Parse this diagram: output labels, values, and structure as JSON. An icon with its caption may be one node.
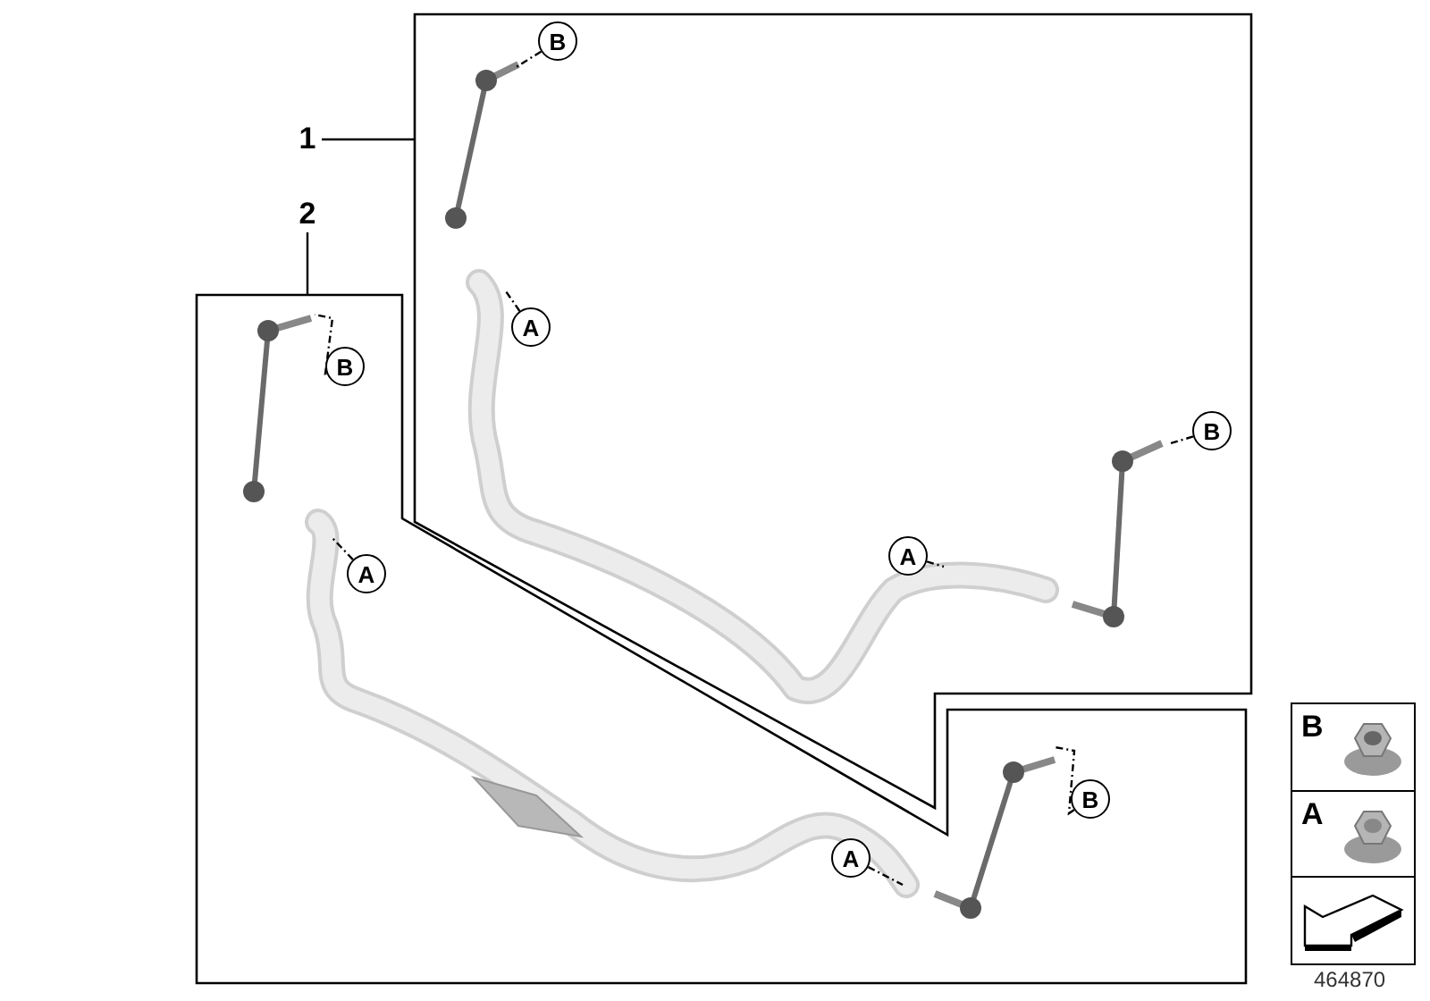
{
  "diagram": {
    "nodes": [
      {
        "text": [
          "1"
        ]
      },
      {
        "text": [],
        "shape": "box"
      },
      {
        "text": [
          "2"
        ]
      },
      {
        "text": [],
        "shape": "box"
      },
      {
        "text": [
          "B"
        ],
        "in": 1
      },
      {
        "text": [
          "A"
        ],
        "in": 1
      },
      {
        "text": [
          "B"
        ],
        "in": 1
      },
      {
        "text": [
          "A"
        ],
        "in": 1
      },
      {
        "text": [
          "B"
        ],
        "in": 3
      },
      {
        "text": [
          "A"
        ],
        "in": 3
      },
      {
        "text": [
          "A"
        ],
        "in": 3
      },
      {
        "text": [
          "B"
        ],
        "in": 3
      }
    ],
    "edges": [
      {
        "from": 0,
        "to": 1,
        "arrow": "none"
      },
      {
        "from": 2,
        "to": 3,
        "arrow": "none"
      },
      {
        "from": 4,
        "to": null,
        "arrow": "none",
        "style": "dashed"
      },
      {
        "from": 5,
        "to": null,
        "arrow": "none",
        "style": "dashed"
      },
      {
        "from": 6,
        "to": null,
        "arrow": "none",
        "style": "dashed"
      },
      {
        "from": 7,
        "to": null,
        "arrow": "none",
        "style": "dashed"
      },
      {
        "from": 8,
        "to": null,
        "arrow": "none",
        "style": "dashed"
      },
      {
        "from": 9,
        "to": null,
        "arrow": "none",
        "style": "dashed"
      },
      {
        "from": 10,
        "to": null,
        "arrow": "none",
        "style": "dashed"
      },
      {
        "from": 11,
        "to": null,
        "arrow": "none",
        "style": "dashed"
      }
    ],
    "labels": [
      "B",
      "A",
      "464870"
    ]
  }
}
